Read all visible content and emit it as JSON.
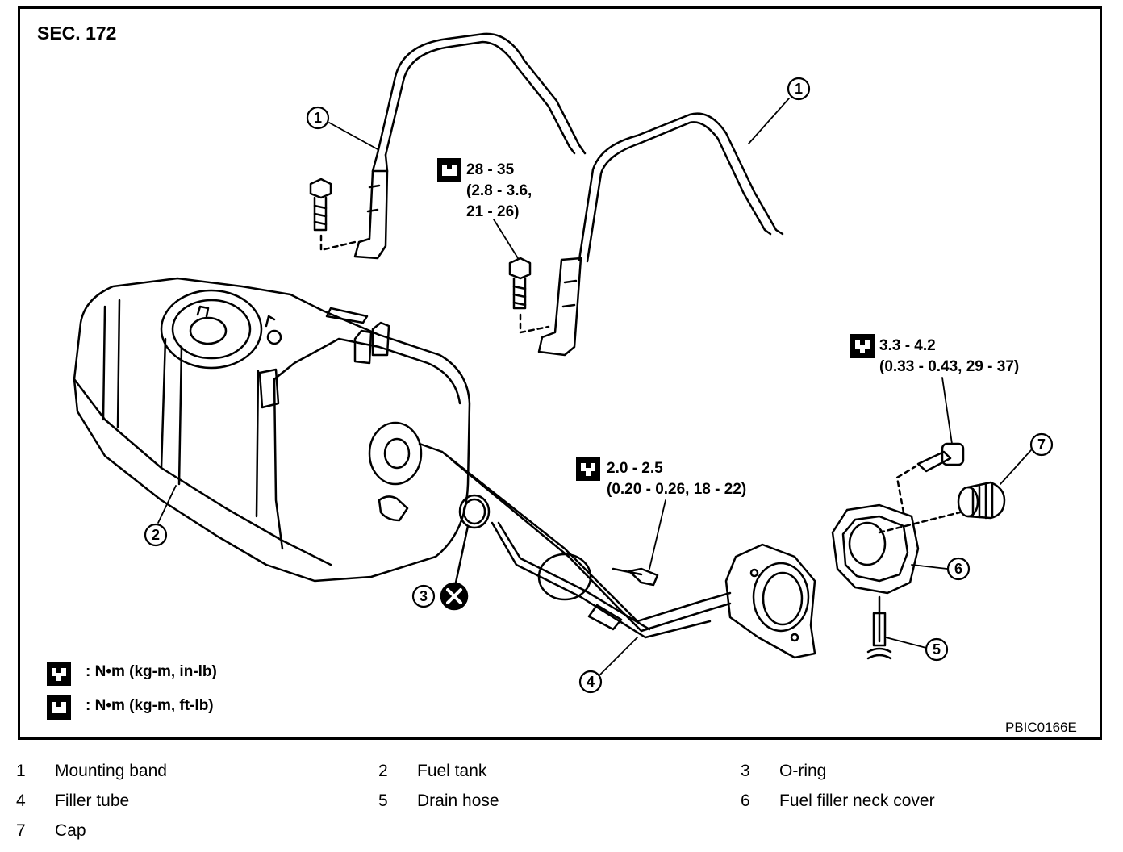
{
  "section": "SEC. 172",
  "figure_code": "PBIC0166E",
  "callouts": {
    "c1": "1",
    "c1b": "1",
    "c2": "2",
    "c3": "3",
    "c4": "4",
    "c5": "5",
    "c6": "6",
    "c7": "7"
  },
  "torques": {
    "band_bolt": "28 - 35\n(2.8 - 3.6,\n21 - 26)",
    "cover_bolt": "3.3 - 4.2\n(0.33 - 0.43, 29 - 37)",
    "tube_bolt": "2.0 - 2.5\n(0.20 - 0.26, 18 - 22)"
  },
  "legend": {
    "in_lb": ": N•m  (kg-m,  in-lb)",
    "ft_lb": ": N•m  (kg-m,  ft-lb)"
  },
  "parts": [
    {
      "num": "1",
      "name": "Mounting band"
    },
    {
      "num": "2",
      "name": "Fuel tank"
    },
    {
      "num": "3",
      "name": "O-ring"
    },
    {
      "num": "4",
      "name": "Filler tube"
    },
    {
      "num": "5",
      "name": "Drain hose"
    },
    {
      "num": "6",
      "name": "Fuel filler neck cover"
    },
    {
      "num": "7",
      "name": "Cap"
    }
  ]
}
